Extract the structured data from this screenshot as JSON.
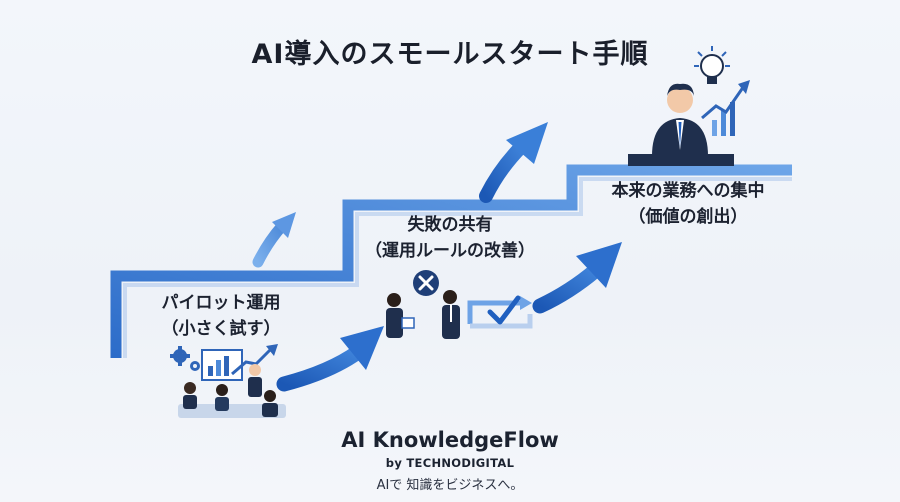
{
  "title": "AI導入のスモールスタート手順",
  "steps": [
    {
      "line1": "パイロット運用",
      "line2": "（小さく試す）"
    },
    {
      "line1": "失敗の共有",
      "line2": "（運用ルールの改善）"
    },
    {
      "line1": "本来の業務への集中",
      "line2": "（価値の創出）"
    }
  ],
  "brand": {
    "name": "AI KnowledgeFlow",
    "by": "by TECHNODIGITAL",
    "tagline": "AIで 知識をビジネスへ。"
  },
  "colors": {
    "stair": "#4a86d6",
    "arrow_dark": "#1f5fbf",
    "arrow_light": "#6ea3e6",
    "navy": "#1f2f4d"
  },
  "icons": [
    "gear-icon",
    "presentation-chart-icon",
    "error-x-icon",
    "check-icon",
    "lightbulb-icon",
    "growth-chart-icon"
  ]
}
